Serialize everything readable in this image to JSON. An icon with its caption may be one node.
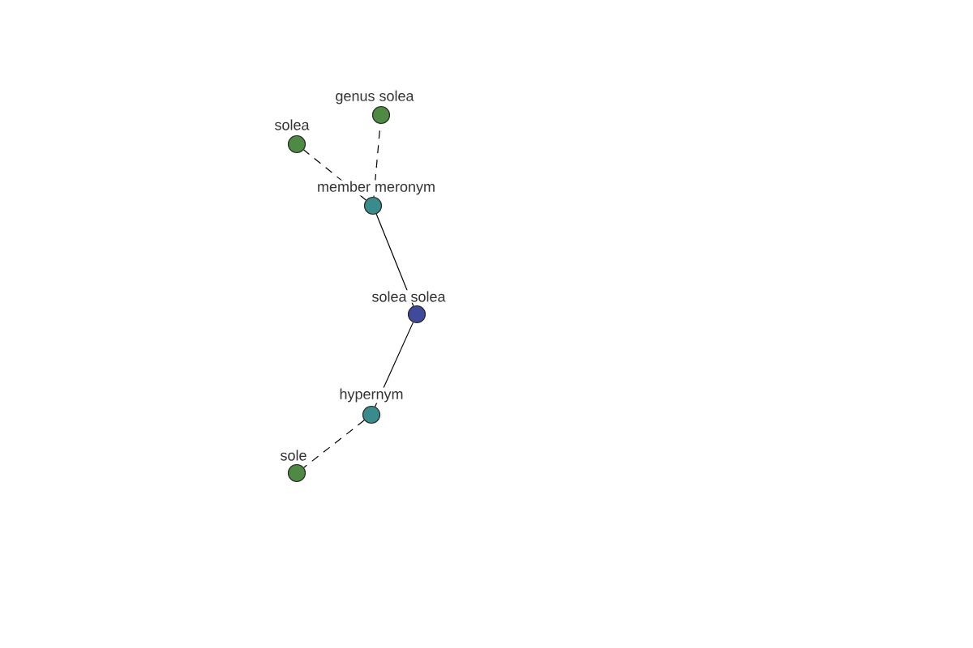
{
  "diagram": {
    "nodes": [
      {
        "text": [
          "genus solea"
        ]
      },
      {
        "text": [
          "solea"
        ]
      },
      {
        "text": [
          "member meronym"
        ]
      },
      {
        "text": [
          "solea solea"
        ]
      },
      {
        "text": [
          "hypernym"
        ]
      },
      {
        "text": [
          "sole"
        ]
      }
    ],
    "edges": [
      {
        "from": 2,
        "to": 0,
        "arrow": "none",
        "style": "dashed"
      },
      {
        "from": 2,
        "to": 1,
        "arrow": "none",
        "style": "dashed"
      },
      {
        "from": 3,
        "to": 2,
        "arrow": "none"
      },
      {
        "from": 3,
        "to": 4,
        "arrow": "none"
      },
      {
        "from": 4,
        "to": 5,
        "arrow": "none",
        "style": "dashed"
      }
    ]
  }
}
